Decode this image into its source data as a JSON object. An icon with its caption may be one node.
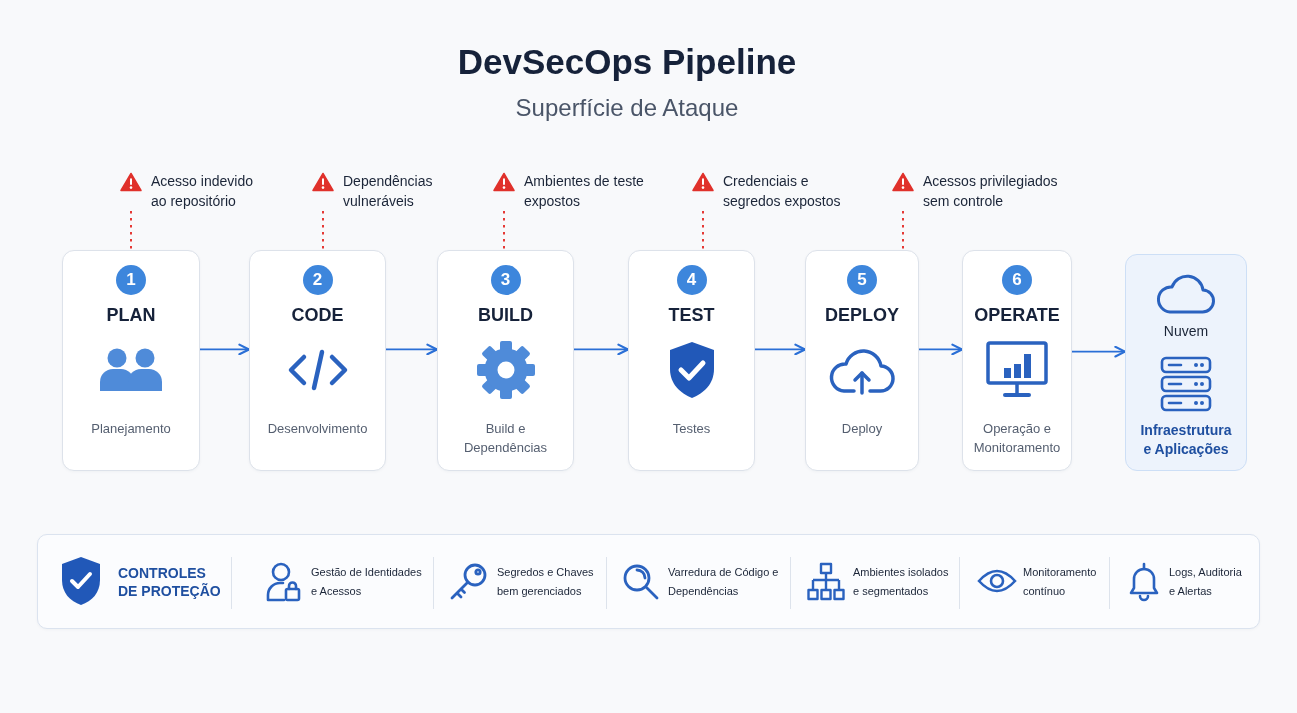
{
  "diagram": {
    "title": "DevSecOps Pipeline",
    "labels": [
      "Superfície de Ataque"
    ],
    "nodes": [
      {
        "text": [
          "Acesso indevido ao repositório"
        ]
      },
      {
        "text": [
          "Dependências vulneráveis"
        ]
      },
      {
        "text": [
          "Ambientes de teste expostos"
        ]
      },
      {
        "text": [
          "Credenciais e segredos expostos"
        ]
      },
      {
        "text": [
          "Acessos privilegiados sem controle"
        ]
      },
      {
        "text": [
          "PLAN",
          "Planejamento"
        ]
      },
      {
        "text": [
          "1"
        ],
        "in": 5
      },
      {
        "text": [
          "CODE",
          "Desenvolvimento"
        ]
      },
      {
        "text": [
          "2"
        ],
        "in": 7
      },
      {
        "text": [
          "BUILD",
          "Build e Dependências"
        ]
      },
      {
        "text": [
          "3"
        ],
        "in": 9
      },
      {
        "text": [
          "TEST",
          "Testes"
        ]
      },
      {
        "text": [
          "4"
        ],
        "in": 11
      },
      {
        "text": [
          "DEPLOY",
          "Deploy"
        ]
      },
      {
        "text": [
          "5"
        ],
        "in": 13
      },
      {
        "text": [
          "OPERATE",
          "Operação e Monitoramento"
        ]
      },
      {
        "text": [
          "6"
        ],
        "in": 15
      },
      {
        "text": [
          "Nuvem",
          "Infraestrutura e Aplicações"
        ]
      },
      {
        "text": [
          "CONTROLES DE PROTEÇÃO",
          "Gestão de Identidades e Acessos",
          "Segredos e Chaves bem gerenciados",
          "Varredura de Código e Dependências",
          "Ambientes isolados e segmentados",
          "Monitoramento contínuo",
          "Logs, Auditoria e Alertas"
        ]
      }
    ],
    "edges": [
      {
        "from": 0,
        "to": 5,
        "arrow": "none",
        "style": "dashed",
        "color": "#e53935"
      },
      {
        "from": 1,
        "to": 7,
        "arrow": "none",
        "style": "dashed",
        "color": "#e53935"
      },
      {
        "from": 2,
        "to": 9,
        "arrow": "none",
        "style": "dashed",
        "color": "#e53935"
      },
      {
        "from": 3,
        "to": 11,
        "arrow": "none",
        "style": "dashed",
        "color": "#e53935"
      },
      {
        "from": 4,
        "to": 13,
        "arrow": "none",
        "style": "dashed",
        "color": "#e53935"
      },
      {
        "from": 5,
        "to": 7,
        "arrow": "to"
      },
      {
        "from": 7,
        "to": 9,
        "arrow": "to"
      },
      {
        "from": 9,
        "to": 11,
        "arrow": "to"
      },
      {
        "from": 11,
        "to": 13,
        "arrow": "to"
      },
      {
        "from": 13,
        "to": 15,
        "arrow": "to"
      },
      {
        "from": 15,
        "to": 17,
        "arrow": "to"
      }
    ]
  }
}
